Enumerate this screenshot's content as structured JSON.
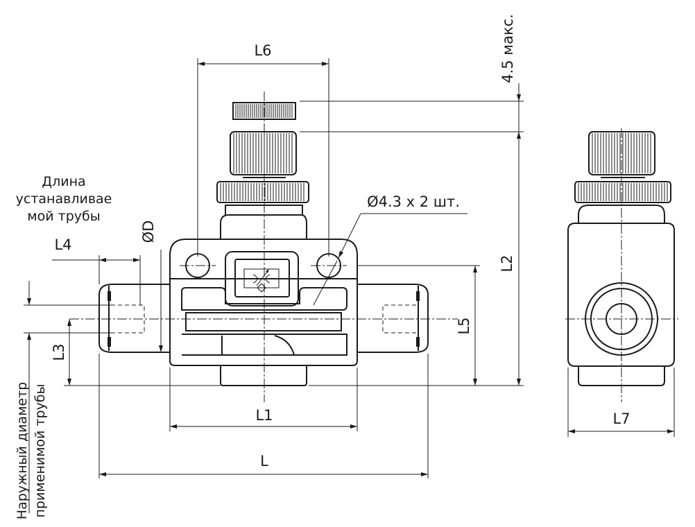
{
  "labels": {
    "l1": "L1",
    "l": "L",
    "l2": "L2",
    "l3": "L3",
    "l4": "L4",
    "l5": "L5",
    "l6": "L6",
    "l7": "L7",
    "od": "ØD",
    "max": "4.5 макс.",
    "holes": "Ø4.3 x 2 шт."
  },
  "notes": {
    "tube_length": [
      "Длина",
      "устанавливае",
      "мой трубы"
    ],
    "tube_diameter": [
      "Наружный диаметр",
      "применимой трубы"
    ]
  }
}
